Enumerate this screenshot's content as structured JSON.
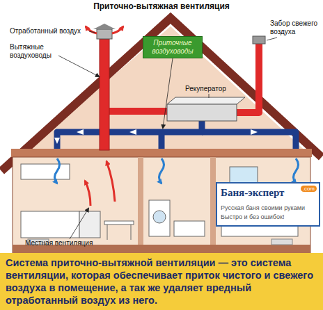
{
  "diagram": {
    "title": "Приточно-вытяжная вентиляция",
    "caption": "Система приточно-вытяжной вентиляции — это система вентиляции, которая обеспечивает приток чистого и свежего воздуха в помещение, а так же удаляет вредный отработанный воздух из него.",
    "nodes": [
      {
        "text": [
          "Приточные воздуховоды"
        ]
      },
      {
        "text": [
          "Баня-эксперт",
          ".com",
          "Русская баня своими руками",
          "Быстро и без ошибок!"
        ]
      }
    ],
    "labels": [
      "Отработанный воздух",
      "Вытяжные воздуховоды",
      "Забор свежего воздуха",
      "Рекуператор",
      "Местная вентиляция"
    ]
  }
}
